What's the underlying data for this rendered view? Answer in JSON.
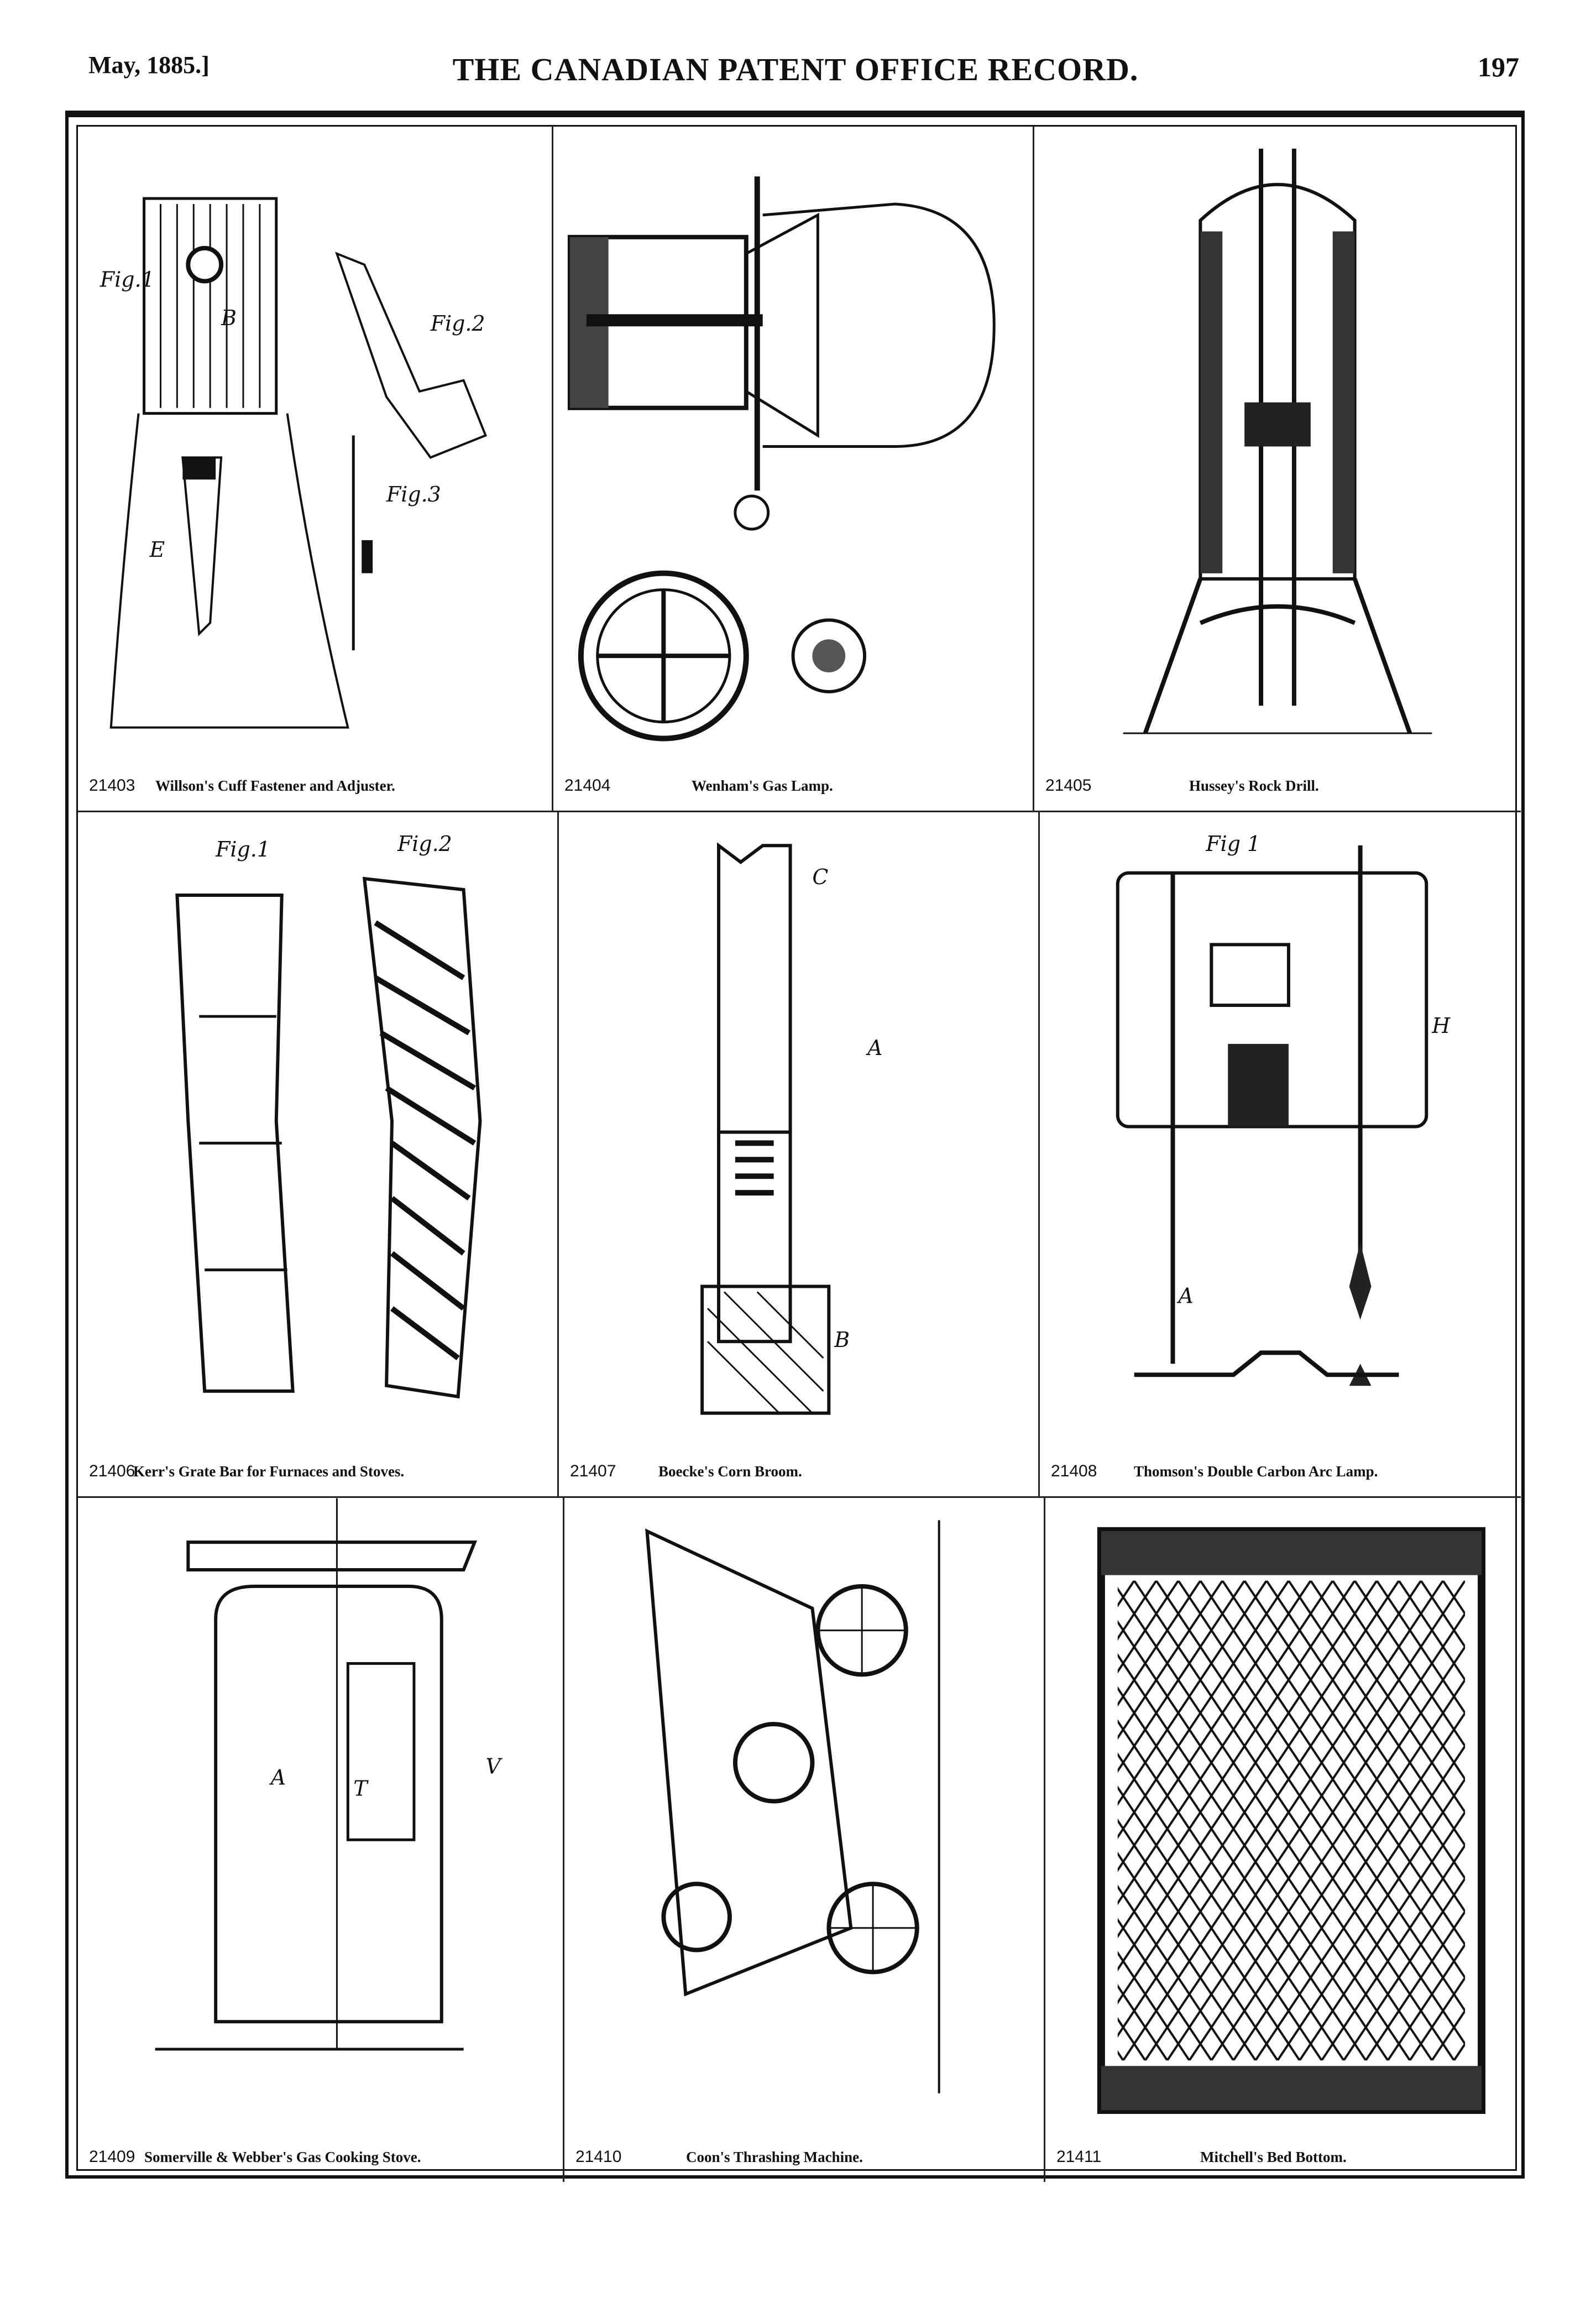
{
  "header": {
    "date": "May, 1885.]",
    "title": "THE CANADIAN PATENT OFFICE RECORD.",
    "page_number": "197"
  },
  "patents": [
    {
      "number": "21403",
      "title": "Willson's Cuff Fastener and Adjuster.",
      "labels": [
        "Fig.1",
        "Fig.2",
        "Fig.3",
        "B",
        "E"
      ]
    },
    {
      "number": "21404",
      "title": "Wenham's Gas Lamp."
    },
    {
      "number": "21405",
      "title": "Hussey's Rock Drill."
    },
    {
      "number": "21406",
      "title": "Kerr's Grate Bar for Furnaces and Stoves.",
      "labels": [
        "Fig.1",
        "Fig.2"
      ]
    },
    {
      "number": "21407",
      "title": "Boecke's Corn Broom.",
      "labels": [
        "C",
        "A",
        "B"
      ]
    },
    {
      "number": "21408",
      "title": "Thomson's Double Carbon Arc Lamp.",
      "labels": [
        "Fig 1",
        "H",
        "A"
      ]
    },
    {
      "number": "21409",
      "title": "Somerville & Webber's Gas Cooking Stove.",
      "labels": [
        "A",
        "T",
        "V"
      ]
    },
    {
      "number": "21410",
      "title": "Coon's Thrashing Machine."
    },
    {
      "number": "21411",
      "title": "Mitchell's Bed Bottom."
    }
  ]
}
